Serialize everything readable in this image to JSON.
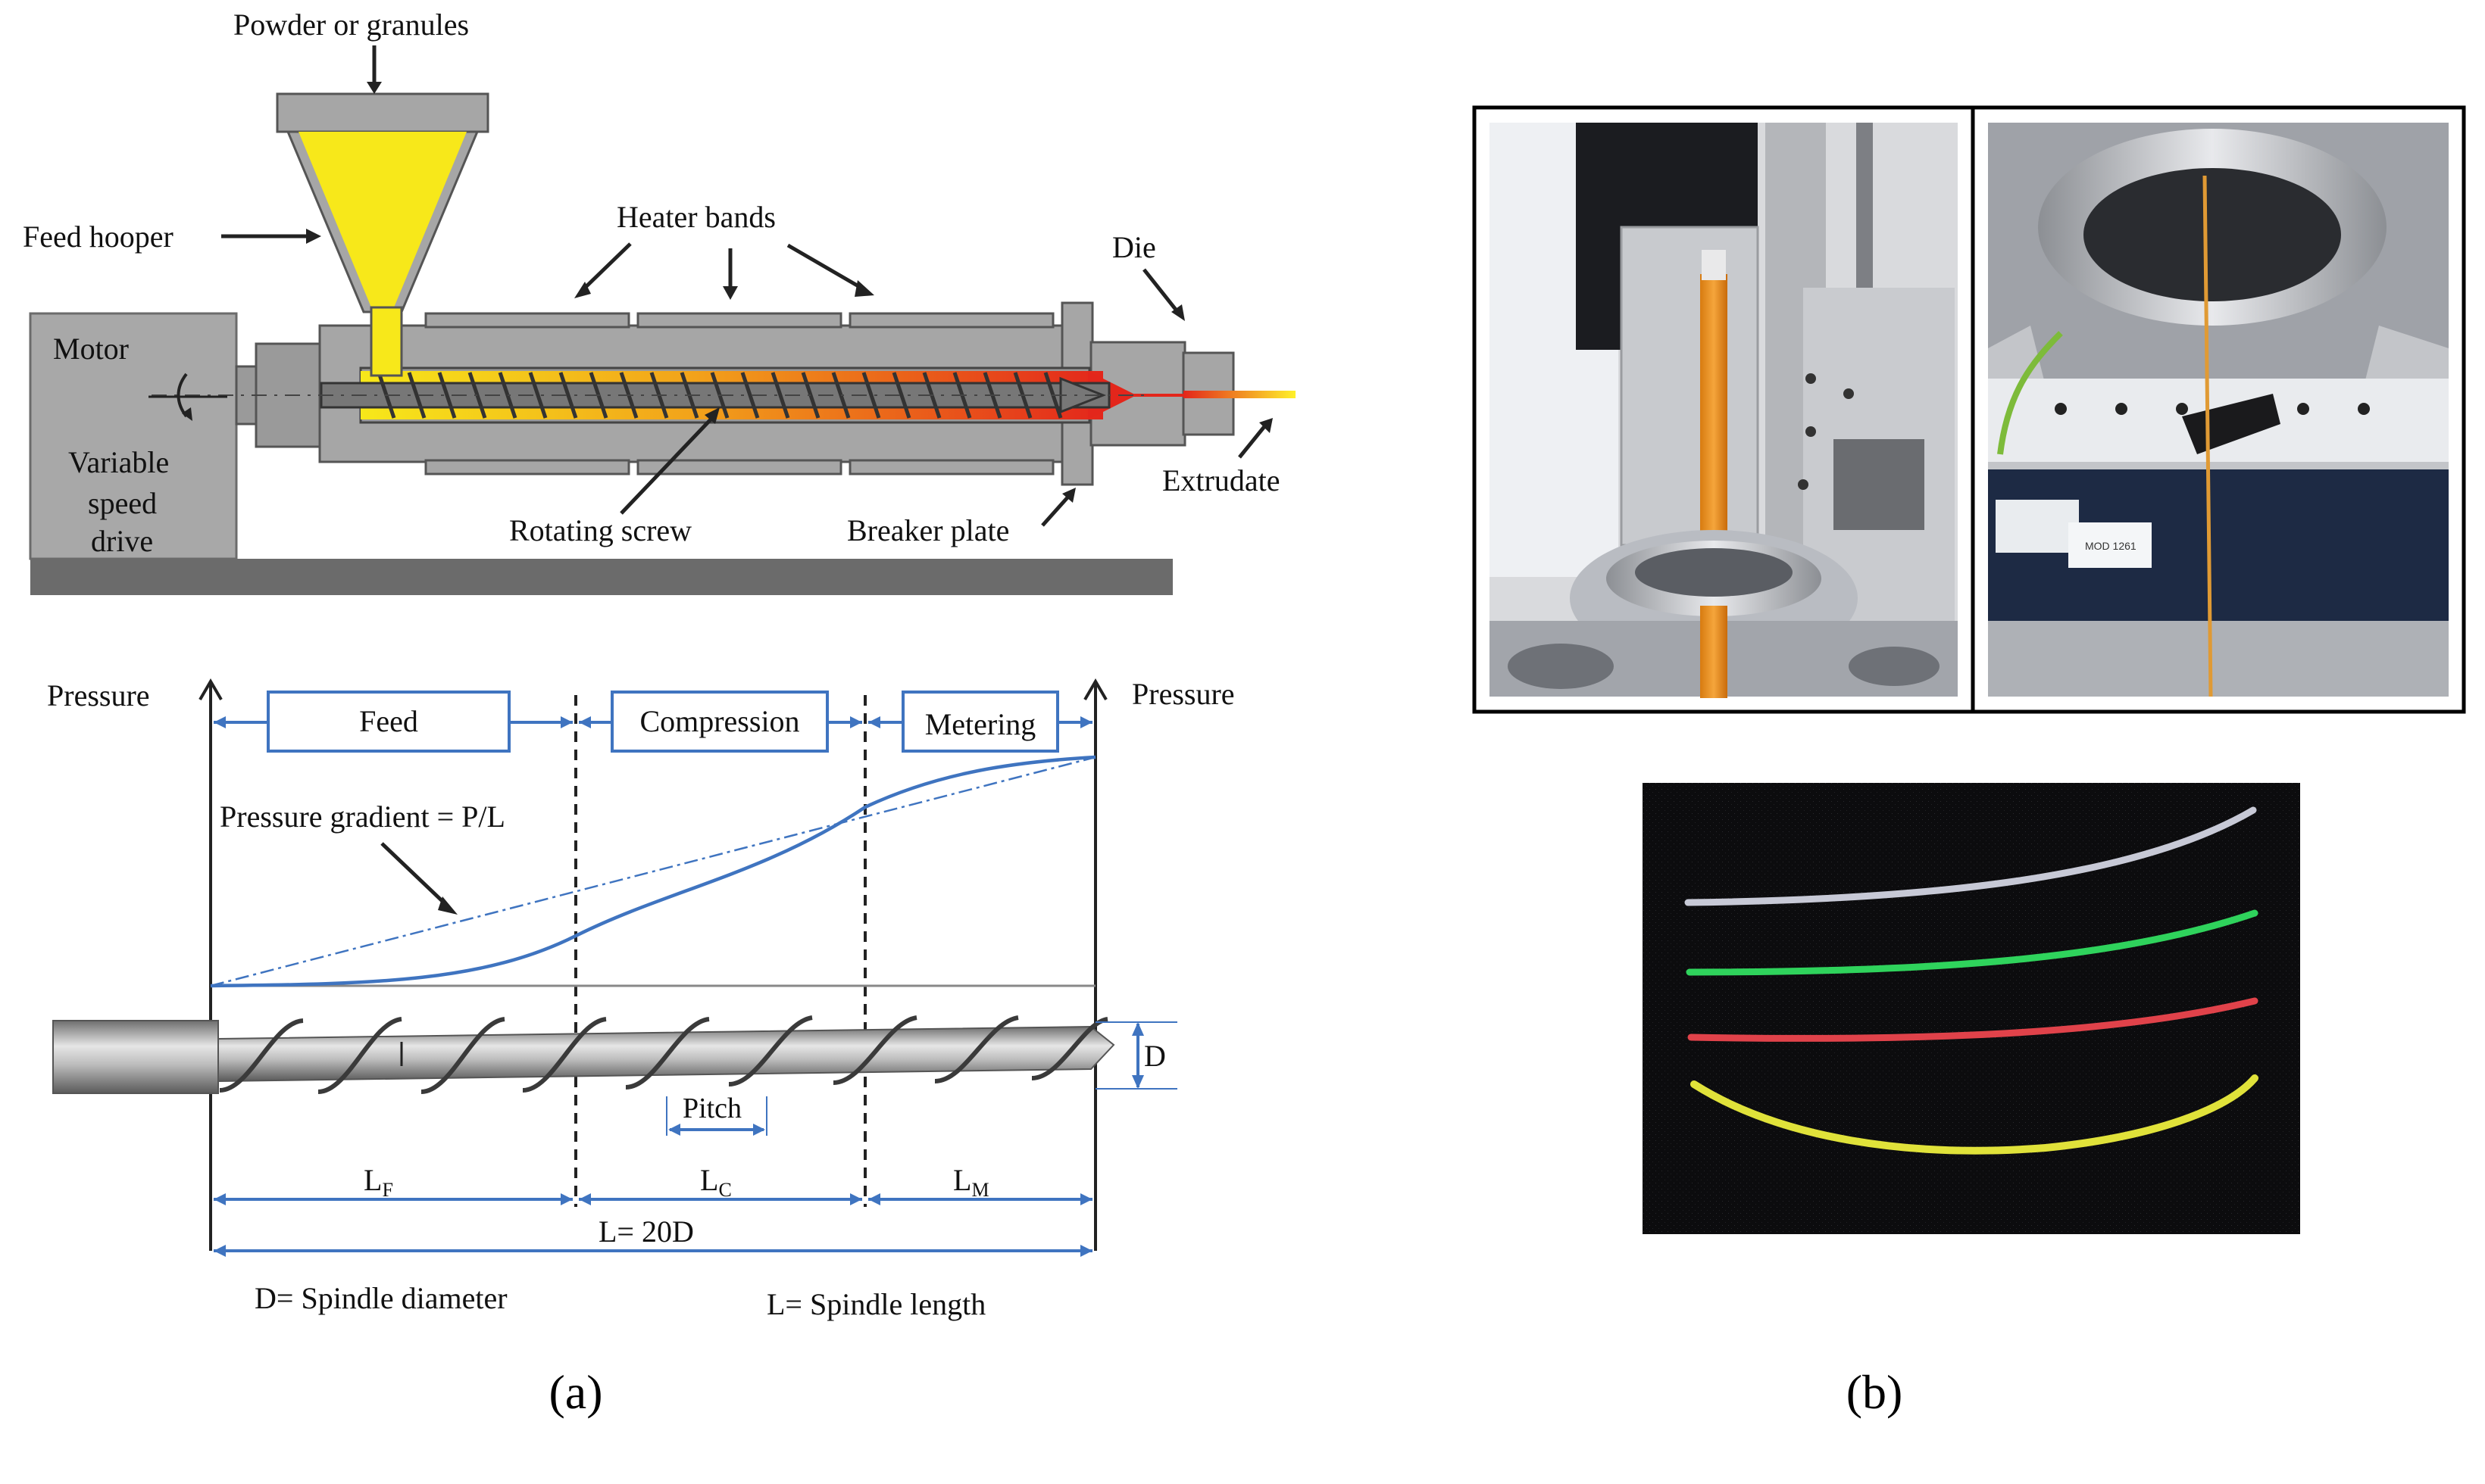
{
  "panel_a": {
    "extruder": {
      "powder_label": "Powder or granules",
      "feed_label": "Feed hooper",
      "heater_label": "Heater bands",
      "die_label": "Die",
      "motor_label": "Motor",
      "drive_label_1": "Variable",
      "drive_label_2": "speed",
      "drive_label_3": "drive",
      "screw_label": "Rotating screw",
      "breaker_label": "Breaker plate",
      "extrudate_label": "Extrudate"
    },
    "pressure": {
      "left_label": "Pressure",
      "right_label": "Pressure",
      "zones": [
        "Feed",
        "Compression",
        "Metering"
      ],
      "gradient_label": "Pressure gradient = P/L",
      "pitch_label": "Pitch",
      "d_label": "D",
      "lf_main": "L",
      "lf_sub": "F",
      "lc_main": "L",
      "lc_sub": "C",
      "lm_main": "L",
      "lm_sub": "M",
      "total_label": "L= 20D",
      "diameter_note": "D= Spindle diameter",
      "length_note": "L= Spindle length"
    },
    "caption": "(a)"
  },
  "panel_b": {
    "label_left": "MOD 1261",
    "filament_colors": [
      "#c7c9d6",
      "#2fd35c",
      "#e0424a",
      "#e0e23a"
    ],
    "caption": "(b)"
  },
  "colors": {
    "accent_blue": "#3f74c0",
    "hopper_yellow": "#f7e81a",
    "barrel_gray": "#a6a6a6",
    "melt_red": "#e3261b"
  }
}
